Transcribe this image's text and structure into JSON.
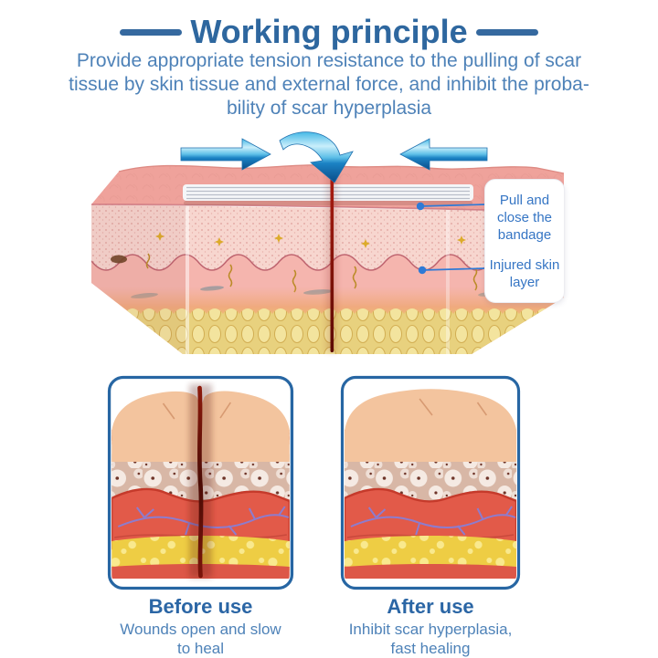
{
  "header": {
    "title": "Working principle",
    "description_lines": [
      "Provide appropriate tension resistance to the pulling of scar",
      "tissue by skin tissue and external force, and inhibit the proba-",
      "bility of scar hyperplasia"
    ]
  },
  "main_diagram": {
    "callout": {
      "pull_label": "Pull and close the bandage",
      "injured_label": "Injured skin layer"
    },
    "icons": {
      "left_pressure": "arrow-right-icon",
      "right_pressure": "arrow-left-icon",
      "close_wound": "curved-down-arrow-icon",
      "bandage": "bandage-strip",
      "wound": "wound-line"
    }
  },
  "panels": [
    {
      "id": "before",
      "title": "Before use",
      "caption_lines": [
        "Wounds open and slow",
        "to heal"
      ]
    },
    {
      "id": "after",
      "title": "After use",
      "caption_lines": [
        "Inhibit scar hyperplasia,",
        "fast healing"
      ]
    }
  ],
  "colors": {
    "title_blue": "#2e679f",
    "body_text_blue": "#4e82b8",
    "callout_text_blue": "#3575c4",
    "panel_border_blue": "#2766a3",
    "leader_line_blue": "#2f7ad6",
    "arrow_blue_dark": "#0a4b87",
    "arrow_blue_light": "#c9eefb",
    "epidermis_pink": "#efa29b",
    "dermis_pink": "#f7d6cf",
    "lower_dermis_pink": "#f5b5ae",
    "fat_yellow_main": "#e8d17e",
    "wound_red": "#8c1a0c",
    "panel_skin_peach": "#f3c49e",
    "panel_salmon": "#ef9d7c",
    "panel_cells_bg": "#d8b7a6",
    "panel_dermis_red": "#e25a49",
    "panel_fat_yellow": "#eecd44",
    "vessel_purple": "#8d7cce"
  }
}
